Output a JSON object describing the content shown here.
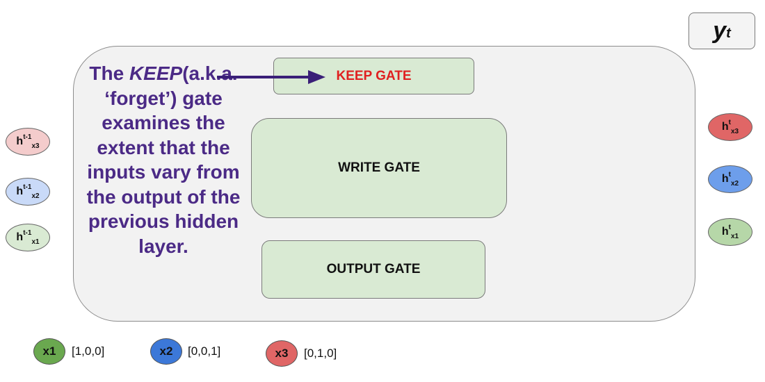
{
  "output_label": {
    "base": "y",
    "sub": "t"
  },
  "annotation": {
    "lead": "The ",
    "emphasis": "KEEP",
    "rest": "(a.k.a. ‘forget’) gate examines the extent that the inputs vary from the output of the previous hidden layer."
  },
  "gates": {
    "keep": "KEEP GATE",
    "write": "WRITE GATE",
    "output": "OUTPUT GATE"
  },
  "hidden_prev": [
    {
      "base": "h",
      "sup": "t-1",
      "sub": "x3",
      "color": "#f4cccc"
    },
    {
      "base": "h",
      "sup": "t-1",
      "sub": "x2",
      "color": "#c9daf8"
    },
    {
      "base": "h",
      "sup": "t-1",
      "sub": "x1",
      "color": "#d9ead3"
    }
  ],
  "hidden_cur": [
    {
      "base": "h",
      "sup": "t",
      "sub": "x3",
      "color": "#e06666"
    },
    {
      "base": "h",
      "sup": "t",
      "sub": "x2",
      "color": "#6d9eeb"
    },
    {
      "base": "h",
      "sup": "t",
      "sub": "x1",
      "color": "#b6d7a8"
    }
  ],
  "inputs": [
    {
      "label": "x1",
      "vector": "[1,0,0]",
      "color": "#6aa84f"
    },
    {
      "label": "x2",
      "vector": "[0,0,1]",
      "color": "#3c78d8"
    },
    {
      "label": "x3",
      "vector": "[0,1,0]",
      "color": "#e06666"
    }
  ],
  "colors": {
    "annotation": "#4b2a86",
    "keep_gate_text": "#e02020",
    "gate_fill": "#d9ead3"
  }
}
